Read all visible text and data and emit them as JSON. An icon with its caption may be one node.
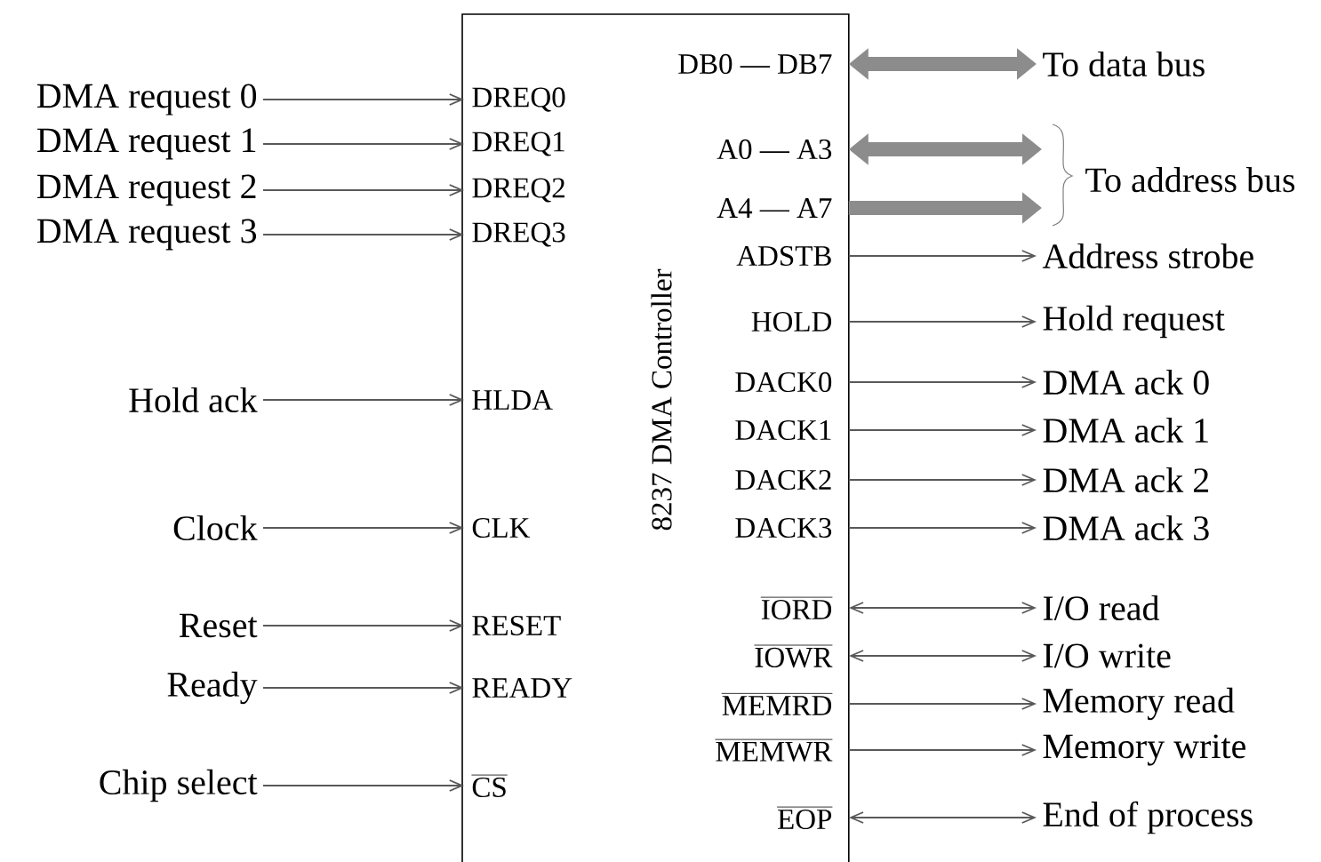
{
  "diagram": {
    "nodes": [
      {
        "text": [
          "8237 DMA Controller"
        ]
      },
      {
        "text": [
          "DREQ0"
        ],
        "in": 0
      },
      {
        "text": [
          "DREQ1"
        ],
        "in": 0
      },
      {
        "text": [
          "DREQ2"
        ],
        "in": 0
      },
      {
        "text": [
          "DREQ3"
        ],
        "in": 0
      },
      {
        "text": [
          "HLDA"
        ],
        "in": 0
      },
      {
        "text": [
          "CLK"
        ],
        "in": 0
      },
      {
        "text": [
          "RESET"
        ],
        "in": 0
      },
      {
        "text": [
          "READY"
        ],
        "in": 0
      },
      {
        "text": [
          "CS"
        ],
        "in": 0
      },
      {
        "text": [
          "DB0 — DB7"
        ],
        "in": 0
      },
      {
        "text": [
          "A0 — A3"
        ],
        "in": 0
      },
      {
        "text": [
          "A4 — A7"
        ],
        "in": 0
      },
      {
        "text": [
          "ADSTB"
        ],
        "in": 0
      },
      {
        "text": [
          "HOLD"
        ],
        "in": 0
      },
      {
        "text": [
          "DACK0"
        ],
        "in": 0
      },
      {
        "text": [
          "DACK1"
        ],
        "in": 0
      },
      {
        "text": [
          "DACK2"
        ],
        "in": 0
      },
      {
        "text": [
          "DACK3"
        ],
        "in": 0
      },
      {
        "text": [
          "IORD"
        ],
        "in": 0
      },
      {
        "text": [
          "IOWR"
        ],
        "in": 0
      },
      {
        "text": [
          "MEMRD"
        ],
        "in": 0
      },
      {
        "text": [
          "MEMWR"
        ],
        "in": 0
      },
      {
        "text": [
          "EOP"
        ],
        "in": 0
      },
      {
        "text": [
          "DMA request 0"
        ]
      },
      {
        "text": [
          "DMA request 1"
        ]
      },
      {
        "text": [
          "DMA request 2"
        ]
      },
      {
        "text": [
          "DMA request 3"
        ]
      },
      {
        "text": [
          "Hold ack"
        ]
      },
      {
        "text": [
          "Clock"
        ]
      },
      {
        "text": [
          "Reset"
        ]
      },
      {
        "text": [
          "Ready"
        ]
      },
      {
        "text": [
          "Chip select"
        ]
      },
      {
        "text": [
          "To data bus"
        ]
      },
      {
        "text": [
          "To address bus"
        ]
      },
      {
        "text": [
          "Address strobe"
        ]
      },
      {
        "text": [
          "Hold request"
        ]
      },
      {
        "text": [
          "DMA ack 0"
        ]
      },
      {
        "text": [
          "DMA ack 1"
        ]
      },
      {
        "text": [
          "DMA ack 2"
        ]
      },
      {
        "text": [
          "DMA ack 3"
        ]
      },
      {
        "text": [
          "I/O read"
        ]
      },
      {
        "text": [
          "I/O write"
        ]
      },
      {
        "text": [
          "Memory read"
        ]
      },
      {
        "text": [
          "Memory write"
        ]
      },
      {
        "text": [
          "End of process"
        ]
      }
    ],
    "edges": [
      {
        "from": 24,
        "to": 1,
        "arrow": "to"
      },
      {
        "from": 25,
        "to": 2,
        "arrow": "to"
      },
      {
        "from": 26,
        "to": 3,
        "arrow": "to"
      },
      {
        "from": 27,
        "to": 4,
        "arrow": "to"
      },
      {
        "from": 28,
        "to": 5,
        "arrow": "to"
      },
      {
        "from": 29,
        "to": 6,
        "arrow": "to"
      },
      {
        "from": 30,
        "to": 7,
        "arrow": "to"
      },
      {
        "from": 31,
        "to": 8,
        "arrow": "to"
      },
      {
        "from": 32,
        "to": 9,
        "arrow": "to"
      },
      {
        "from": 10,
        "to": 33,
        "arrow": "both",
        "style": "thick"
      },
      {
        "from": 11,
        "to": 34,
        "arrow": "both",
        "style": "thick"
      },
      {
        "from": 12,
        "to": 34,
        "arrow": "to",
        "style": "thick"
      },
      {
        "from": 13,
        "to": 35,
        "arrow": "to"
      },
      {
        "from": 14,
        "to": 36,
        "arrow": "to"
      },
      {
        "from": 15,
        "to": 37,
        "arrow": "to"
      },
      {
        "from": 16,
        "to": 38,
        "arrow": "to"
      },
      {
        "from": 17,
        "to": 39,
        "arrow": "to"
      },
      {
        "from": 18,
        "to": 40,
        "arrow": "to"
      },
      {
        "from": 19,
        "to": 41,
        "arrow": "both"
      },
      {
        "from": 20,
        "to": 42,
        "arrow": "both"
      },
      {
        "from": 21,
        "to": 43,
        "arrow": "to"
      },
      {
        "from": 22,
        "to": 44,
        "arrow": "to"
      },
      {
        "from": 23,
        "to": 45,
        "arrow": "both"
      }
    ]
  }
}
